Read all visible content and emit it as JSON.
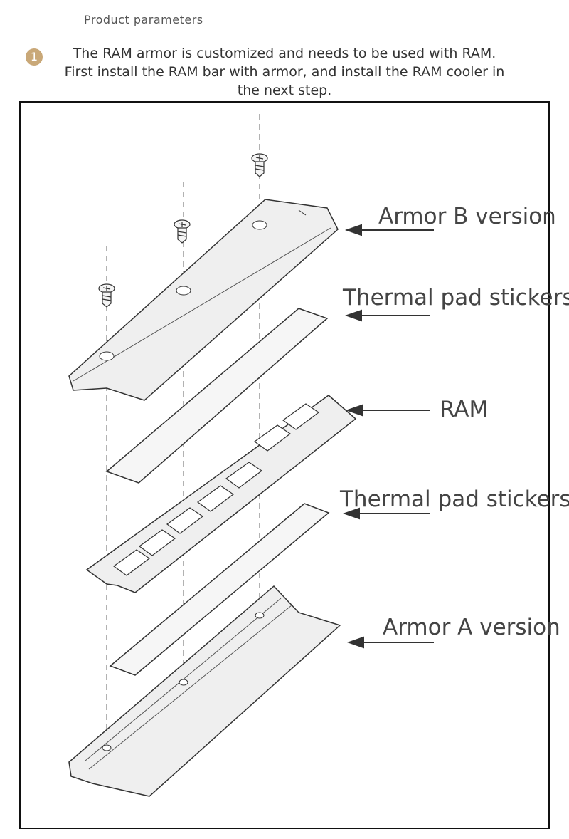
{
  "header": {
    "title": "Product parameters"
  },
  "intro": {
    "step_number": "1",
    "line1": "The RAM armor is customized and needs to be used with RAM.",
    "line2": "First install the RAM bar with armor, and install the RAM cooler in",
    "line3": "the next step."
  },
  "diagram": {
    "labels": {
      "armor_b": "Armor B version",
      "pad_top": "Thermal pad stickers",
      "ram": "RAM",
      "pad_bottom": "Thermal pad stickers",
      "armor_a": "Armor A version"
    }
  },
  "colors": {
    "badge": "#c9a878",
    "frame": "#111111",
    "part_fill": "#efefef",
    "line": "#333333"
  }
}
